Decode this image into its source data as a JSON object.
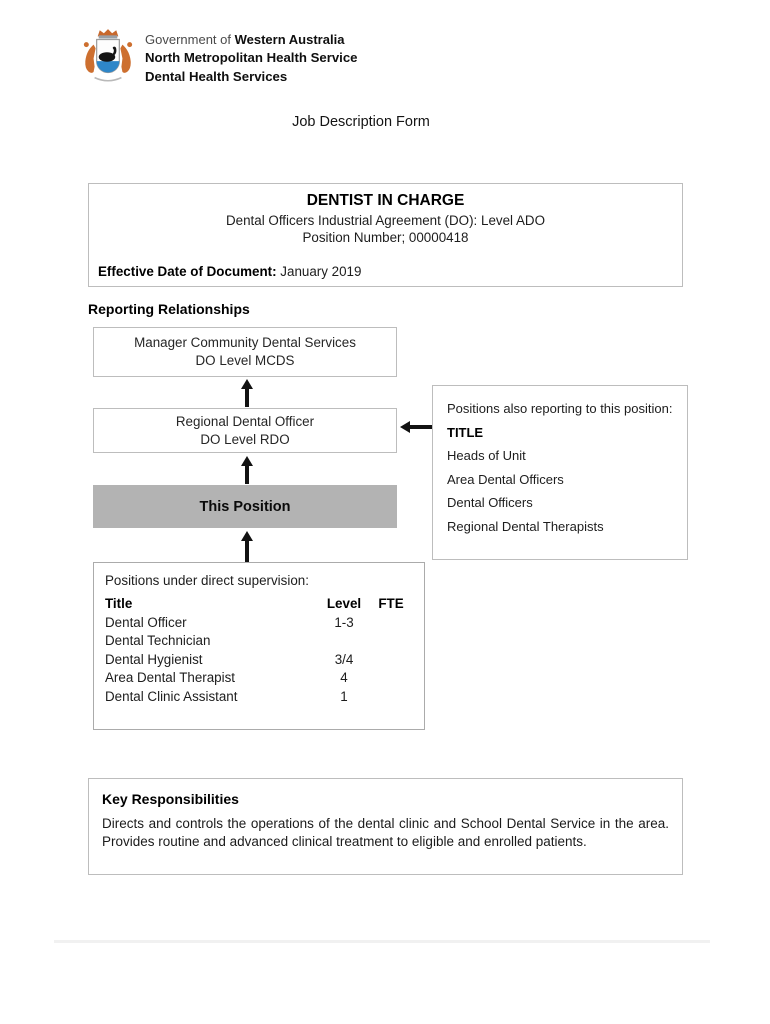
{
  "page": {
    "form_title": "Job Description Form"
  },
  "logo": {
    "org_line_prefix": "Government of ",
    "org_line_bold": "Western Australia",
    "service_line": "North Metropolitan Health Service",
    "division_line": "Dental Health Services",
    "colors": {
      "kangaroo": "#cd6f2f",
      "swan": "#151515",
      "water": "#2e86c8"
    }
  },
  "position_summary": {
    "title": "DENTIST IN CHARGE",
    "agreement": "Dental Officers Industrial Agreement (DO): Level ADO",
    "position_number": "Position Number; 00000418",
    "effective_date_label": "Effective Date of Document:",
    "effective_date_value": " January 2019"
  },
  "reporting": {
    "heading": "Reporting Relationships",
    "manager_box": {
      "line1": "Manager Community Dental Services",
      "line2": "DO Level MCDS"
    },
    "regional_box": {
      "line1": "Regional Dental Officer",
      "line2": "DO Level RDO"
    },
    "this_position_label": "This Position",
    "also_reporting": {
      "heading": "Positions also reporting to this position:",
      "title_label": "TITLE",
      "items": [
        "Heads of Unit",
        "Area Dental Officers",
        "Dental Officers",
        "Regional Dental Therapists"
      ]
    },
    "supervision": {
      "heading": "Positions under direct supervision:",
      "columns": [
        "Title",
        "Level",
        "FTE"
      ],
      "rows": [
        {
          "title": "Dental Officer",
          "level": "1-3",
          "fte": ""
        },
        {
          "title": "Dental Technician",
          "level": "",
          "fte": ""
        },
        {
          "title": "Dental Hygienist",
          "level": "3/4",
          "fte": ""
        },
        {
          "title": "Area Dental Therapist",
          "level": "4",
          "fte": ""
        },
        {
          "title": "Dental Clinic Assistant",
          "level": "1",
          "fte": ""
        }
      ]
    }
  },
  "key_responsibilities": {
    "heading": "Key Responsibilities",
    "body": "Directs and controls the operations of the dental clinic and School Dental Service in the area. Provides routine and advanced clinical treatment to eligible and enrolled patients."
  },
  "colors": {
    "box_border": "#bdbdbd",
    "this_position_bg": "#b3b3b3",
    "arrow": "#121212",
    "divider": "#f1f1f1"
  }
}
